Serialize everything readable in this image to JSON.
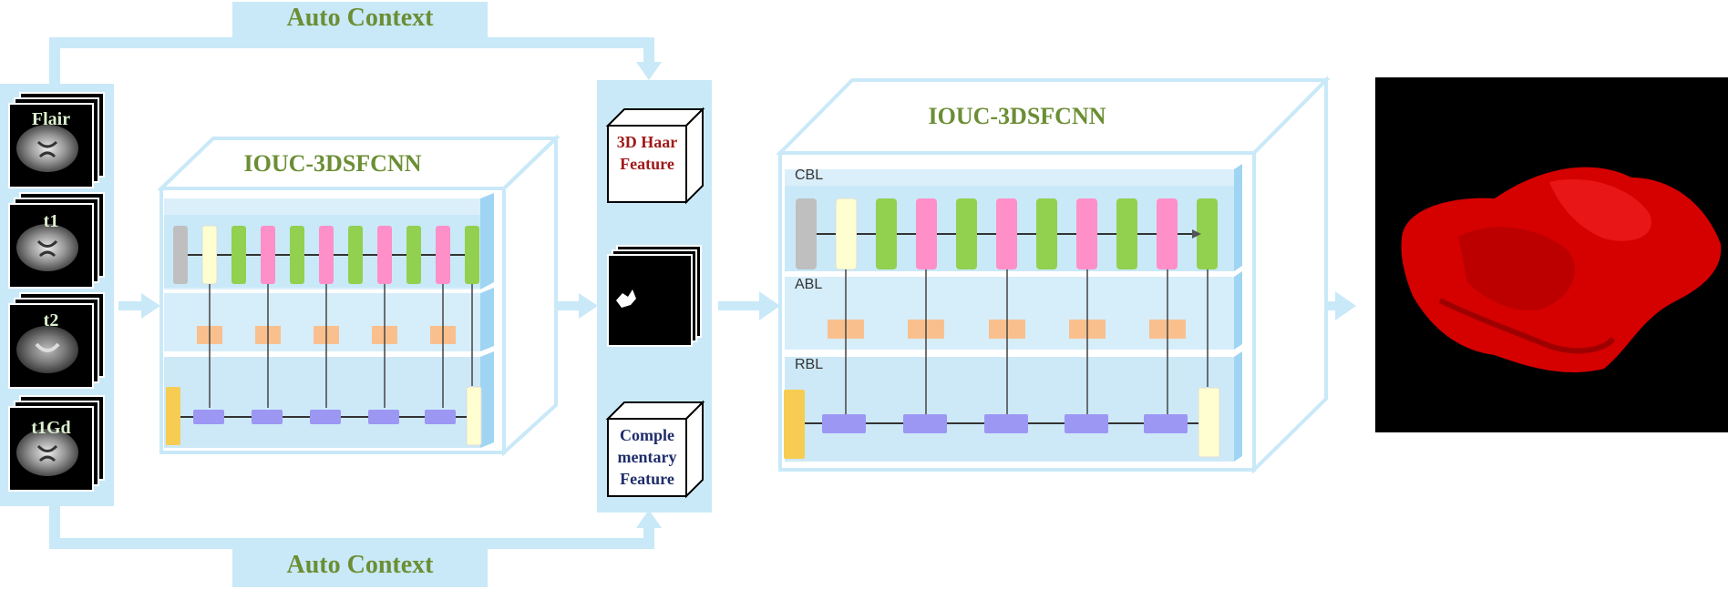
{
  "diagram": {
    "auto_context_top": "Auto Context",
    "auto_context_bottom": "Auto Context",
    "modalities": [
      "Flair",
      "t1",
      "t2",
      "t1Gd"
    ],
    "network_left": {
      "title": "IOUC-3DSFCNN"
    },
    "features": {
      "haar": "3D Haar Feature",
      "complementary": "Comple mentary Feature"
    },
    "network_right": {
      "title": "IOUC-3DSFCNN",
      "blocks": [
        "CBL",
        "ABL",
        "RBL"
      ]
    },
    "colors": {
      "panel": "#c9e9f8",
      "accent_green": "#6b8e34",
      "conv_green": "#92d050",
      "conv_pink": "#ff8fc8",
      "attention_orange": "#f9c08e",
      "upsample_purple": "#9c97f3",
      "input_yellow": "#fefed0",
      "output_yellow": "#f6cd52",
      "input_gray": "#bfbfbf",
      "haar_text": "#a01818",
      "complementary_text": "#1f2d6a",
      "tumor_red": "#d50000"
    }
  }
}
